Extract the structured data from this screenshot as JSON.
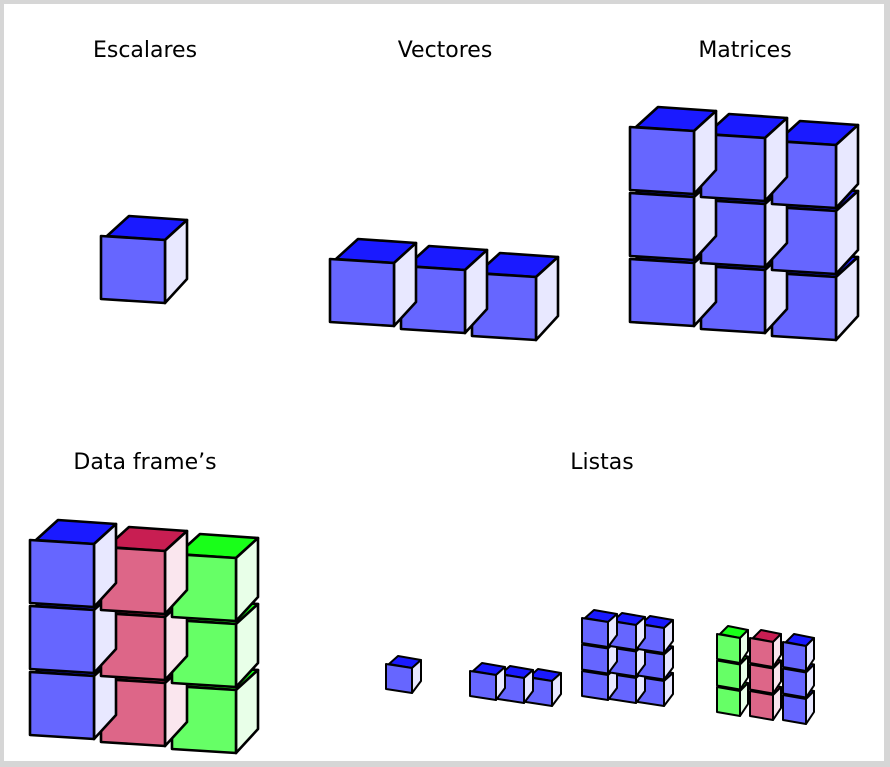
{
  "titles": {
    "scalars": "Escalares",
    "vectors": "Vectores",
    "matrices": "Matrices",
    "dataframes": "Data frame’s",
    "lists": "Listas"
  },
  "colors": {
    "blue": {
      "front": "#6666ff",
      "top": "#1a1aff",
      "side": "#e8e8ff"
    },
    "red": {
      "front": "#dd6688",
      "top": "#c81e52",
      "side": "#fae6ee"
    },
    "green": {
      "front": "#66ff66",
      "top": "#19ff19",
      "side": "#e8ffe8"
    }
  },
  "structures": {
    "scalar": {
      "cols": 1,
      "rows": 1,
      "colors": [
        "blue"
      ]
    },
    "vector": {
      "cols": 3,
      "rows": 1,
      "colors": [
        "blue",
        "blue",
        "blue"
      ]
    },
    "matrix": {
      "cols": 3,
      "rows": 3,
      "colors": [
        "blue",
        "blue",
        "blue"
      ]
    },
    "dataframe": {
      "cols": 3,
      "rows": 3,
      "colors": [
        "blue",
        "red",
        "green"
      ]
    },
    "list": [
      {
        "cols": 1,
        "rows": 1,
        "colors": [
          "blue"
        ]
      },
      {
        "cols": 3,
        "rows": 1,
        "colors": [
          "blue",
          "blue",
          "blue"
        ]
      },
      {
        "cols": 3,
        "rows": 3,
        "colors": [
          "blue",
          "blue",
          "blue"
        ]
      },
      {
        "cols": 3,
        "rows": 3,
        "colors": [
          "green",
          "red",
          "blue"
        ]
      }
    ]
  }
}
